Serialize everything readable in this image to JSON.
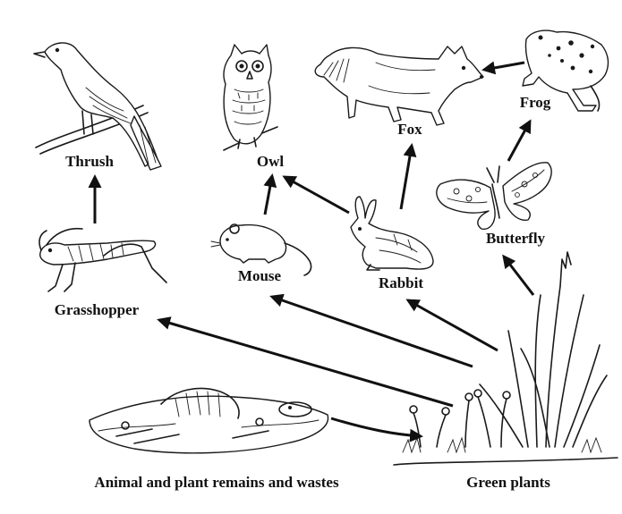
{
  "labels": {
    "thrush": "Thrush",
    "owl": "Owl",
    "fox": "Fox",
    "frog": "Frog",
    "butterfly": "Butterfly",
    "rabbit": "Rabbit",
    "mouse": "Mouse",
    "grasshopper": "Grasshopper",
    "remains": "Animal and plant remains and wastes",
    "green_plants": "Green plants"
  },
  "links": [
    {
      "from": "Grasshopper",
      "to": "Thrush"
    },
    {
      "from": "Mouse",
      "to": "Owl"
    },
    {
      "from": "Rabbit",
      "to": "Owl"
    },
    {
      "from": "Rabbit",
      "to": "Fox"
    },
    {
      "from": "Frog",
      "to": "Fox"
    },
    {
      "from": "Butterfly",
      "to": "Frog"
    },
    {
      "from": "Green plants",
      "to": "Butterfly"
    },
    {
      "from": "Green plants",
      "to": "Rabbit"
    },
    {
      "from": "Green plants",
      "to": "Mouse"
    },
    {
      "from": "Green plants",
      "to": "Grasshopper"
    },
    {
      "from": "Animal and plant remains and wastes",
      "to": "Green plants"
    }
  ]
}
